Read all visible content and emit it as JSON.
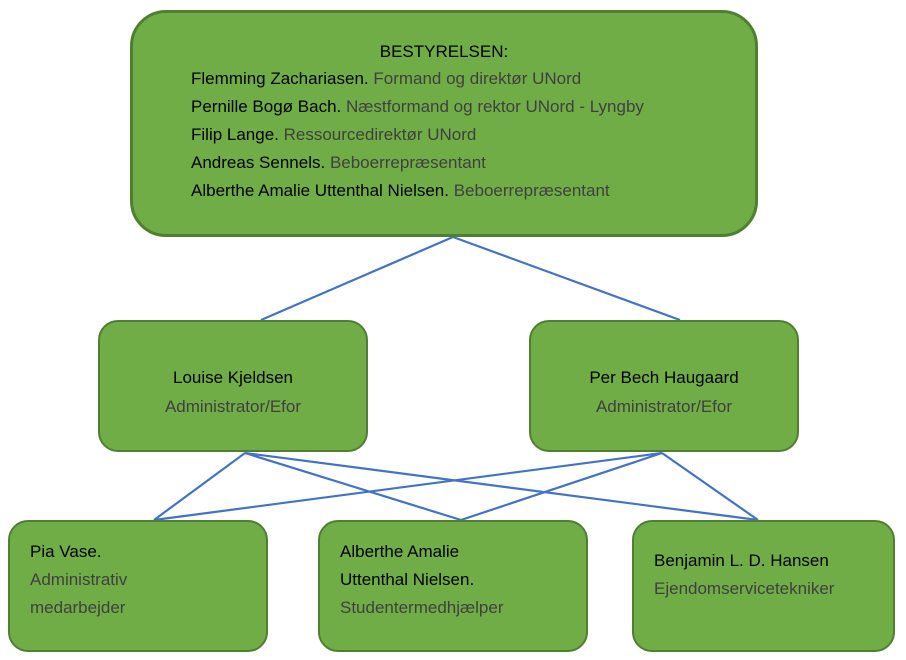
{
  "board": {
    "heading": "BESTYRELSEN:",
    "members": [
      {
        "name": "Flemming Zachariasen.",
        "role": "Formand og direktør UNord"
      },
      {
        "name": "Pernille Bogø Bach.",
        "role": "Næstformand og rektor UNord - Lyngby"
      },
      {
        "name": "Filip Lange.",
        "role": "Ressourcedirektør UNord"
      },
      {
        "name": "Andreas Sennels.",
        "role": "Beboerrepræsentant"
      },
      {
        "name": "Alberthe Amalie Uttenthal Nielsen.",
        "role": "Beboerrepræsentant"
      }
    ]
  },
  "administrators": [
    {
      "name": "Louise Kjeldsen",
      "role": "Administrator/Efor"
    },
    {
      "name": "Per Bech Haugaard",
      "role": "Administrator/Efor"
    }
  ],
  "staff": [
    {
      "name_lines": [
        "Pia Vase."
      ],
      "role_lines": [
        "Administrativ",
        "medarbejder"
      ]
    },
    {
      "name_lines": [
        "Alberthe Amalie",
        "Uttenthal Nielsen."
      ],
      "role_lines": [
        "Studentermedhjælper"
      ]
    },
    {
      "name_lines": [
        "Benjamin L. D. Hansen"
      ],
      "role_lines": [
        "Ejendomservicetekniker"
      ]
    }
  ],
  "colors": {
    "box_fill": "#70ad47",
    "box_border": "#507e32",
    "connector": "#4472c4",
    "role_text": "#404040"
  }
}
